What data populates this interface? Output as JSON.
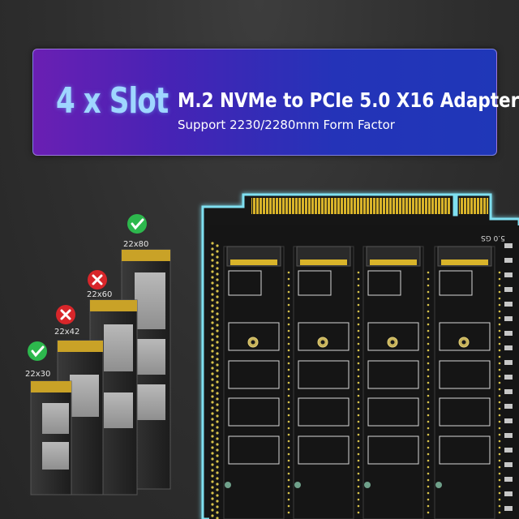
{
  "banner": {
    "slot_count": "4 x Slot",
    "title": "M.2 NVMe to PCIe 5.0 X16 Adapter",
    "subtitle": "Support 2230/2280mm Form Factor"
  },
  "form_factors": [
    {
      "label": "22x30",
      "status": "supported"
    },
    {
      "label": "22x42",
      "status": "unsupported"
    },
    {
      "label": "22x60",
      "status": "unsupported"
    },
    {
      "label": "22x80",
      "status": "supported"
    }
  ],
  "card": {
    "gen_label": "5.0 GS",
    "slots": [
      "slot-1",
      "slot-2",
      "slot-3",
      "slot-4"
    ]
  },
  "colors": {
    "supported": "#2db84d",
    "unsupported": "#d8262a",
    "card_outline": "#7fdff0",
    "gold": "#d9b42a"
  },
  "icons": [
    "check-icon",
    "cross-icon"
  ]
}
